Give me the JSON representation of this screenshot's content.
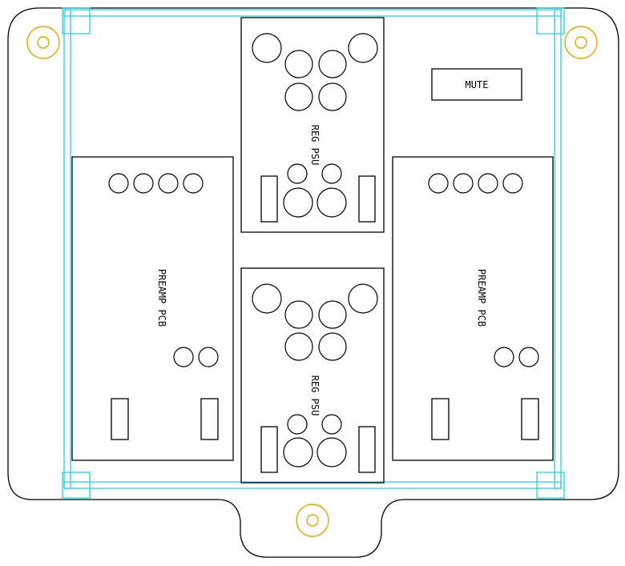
{
  "labels": {
    "mute": "MUTE",
    "reg_psu_top": "REG PSU",
    "reg_psu_bottom": "REG PSU",
    "preamp_left": "PREAMP PCB",
    "preamp_right": "PREAMP PCB"
  },
  "colors": {
    "rail": "#22d3e0",
    "mount_hole": "#e0a800",
    "outline": "#000000"
  }
}
